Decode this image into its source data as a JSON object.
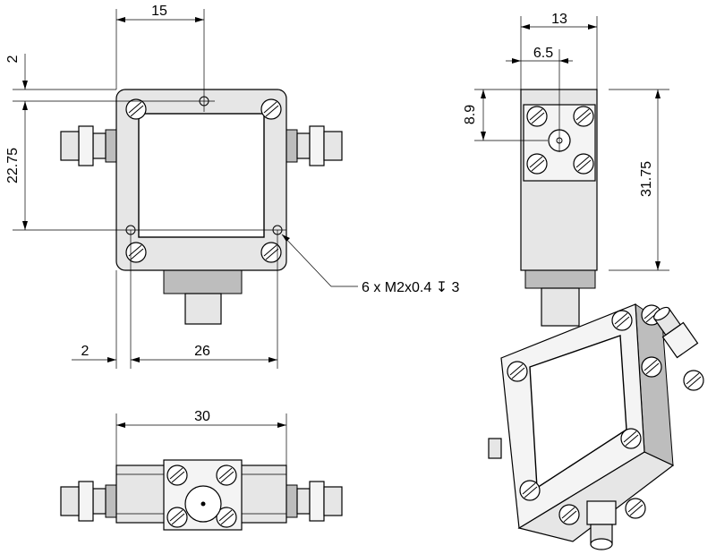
{
  "top_view": {
    "dim_width_hole": "15",
    "dim_top_offset": "2",
    "dim_hole_spacing_v": "22.75",
    "dim_left_offset": "2",
    "dim_hole_spacing_h": "26",
    "callout": "6 x M2x0.4 ↧ 3"
  },
  "side_view": {
    "dim_width": "13",
    "dim_half_width": "6.5",
    "dim_center_height": "8.9",
    "dim_height": "31.75"
  },
  "front_view": {
    "dim_length": "30"
  }
}
